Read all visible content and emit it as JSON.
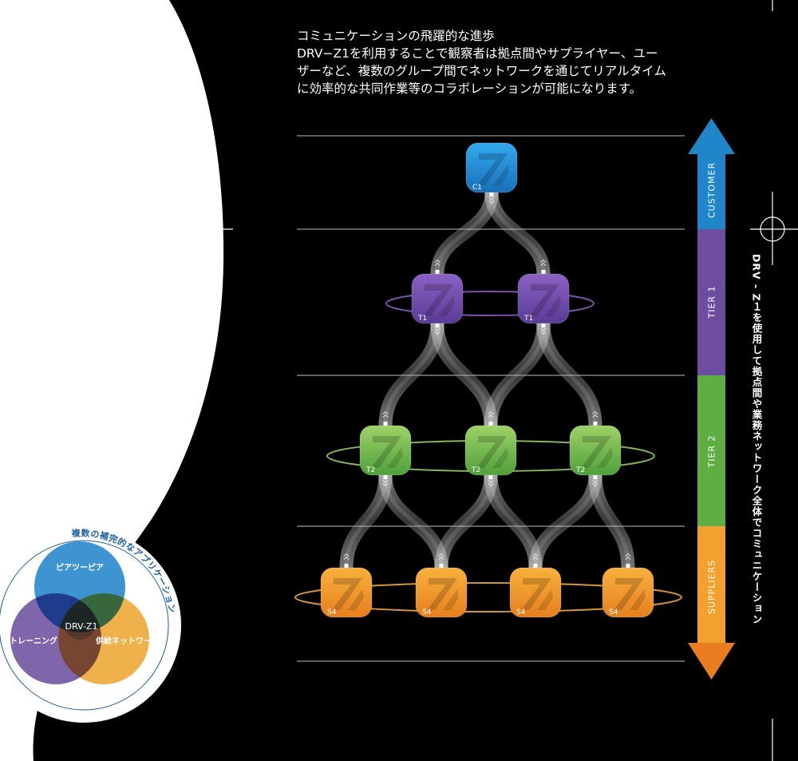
{
  "intro": {
    "title": "コミュニケーションの飛躍的な進歩",
    "lines": [
      "DRV−Z1を利用することで観察者は拠点間やサプライヤー、ユー",
      "ザーなど、複数のグループ間でネットワークを通じてリアルタイム",
      "に効率的な共同作業等のコラボレーションが可能になります。"
    ]
  },
  "tiers": [
    {
      "label": "CUSTOMER",
      "color": "#1e86c9",
      "node_label": "C1",
      "node_count": 1,
      "node_color_top": "#33aaee",
      "node_color_bottom": "#1a6fb8"
    },
    {
      "label": "TIER 1",
      "color": "#6d4d9f",
      "node_label": "T1",
      "node_count": 2,
      "node_color_top": "#8a62c4",
      "node_color_bottom": "#5a3b96"
    },
    {
      "label": "TIER 2",
      "color": "#5fae43",
      "node_label": "T2",
      "node_count": 3,
      "node_color_top": "#9ed267",
      "node_color_bottom": "#4fa03c"
    },
    {
      "label": "SUPPLIERS",
      "color": "#f2a12e",
      "node_label": "S4",
      "node_count": 4,
      "node_color_top": "#f9b13c",
      "node_color_bottom": "#e57f1e"
    }
  ],
  "side_caption": "DRV - Z１を使用して拠点間や業務ネットワーク全体でコミュニケーション",
  "venn": {
    "title": "複数の補完的なアプリケーション",
    "center_label": "DRV-Z1",
    "circles": [
      {
        "label": "ピアツーピア",
        "color": "#1d82c8"
      },
      {
        "label": "トレーニング",
        "color": "#6a4c9c"
      },
      {
        "label": "供給ネットワーク",
        "color": "#eca42d"
      }
    ],
    "title_color": "#1d5fa0"
  },
  "colors": {
    "background": "#000000",
    "panel": "#ffffff",
    "divider": "#9a9a9a",
    "link": "#c9c9c9"
  }
}
